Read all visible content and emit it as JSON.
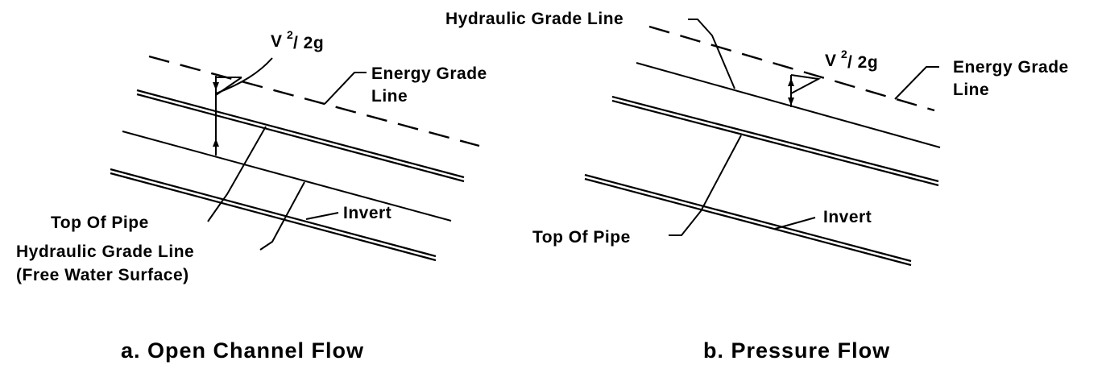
{
  "open_channel": {
    "velocity_head": "V",
    "velocity_exponent": "2",
    "velocity_denominator": "/ 2g",
    "egl_label_line1": "Energy Grade",
    "egl_label_line2": "Line",
    "top_of_pipe_label": "Top Of Pipe",
    "invert_label": "Invert",
    "hgl_label_line1": "Hydraulic Grade Line",
    "hgl_label_line2": "(Free Water Surface)",
    "caption": "a. Open Channel Flow"
  },
  "pressure": {
    "hgl_label": "Hydraulic Grade Line",
    "velocity_head": "V",
    "velocity_exponent": "2",
    "velocity_denominator": "/ 2g",
    "egl_label_line1": "Energy Grade",
    "egl_label_line2": "Line",
    "top_of_pipe_label": "Top Of Pipe",
    "invert_label": "Invert",
    "caption": "b. Pressure Flow"
  },
  "colors": {
    "ink": "#000000",
    "background": "#ffffff"
  }
}
